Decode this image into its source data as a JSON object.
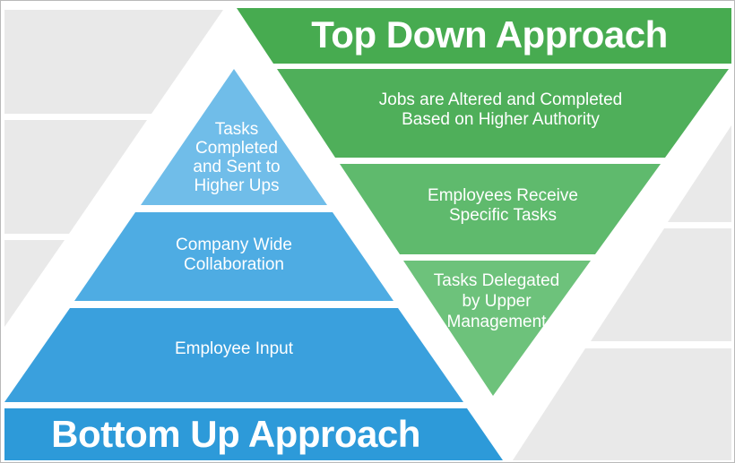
{
  "top_down": {
    "title": "Top Down Approach",
    "levels": [
      {
        "text": "Jobs are Altered and Completed\nBased on Higher Authority"
      },
      {
        "text": "Employees Receive\nSpecific Tasks"
      },
      {
        "text": "Tasks Delegated\nby Upper\nManagement"
      }
    ]
  },
  "bottom_up": {
    "title": "Bottom Up Approach",
    "levels": [
      {
        "text": "Tasks\nCompleted\nand Sent to\nHigher Ups"
      },
      {
        "text": "Company Wide\nCollaboration"
      },
      {
        "text": "Employee Input"
      }
    ]
  },
  "colors": {
    "background": "#ffffff",
    "gray_band": "#e9e9e9",
    "green_title_band": "#47ab50",
    "green_level_1": "#4faf5a",
    "green_level_2": "#5fba6d",
    "green_level_3": "#6dc27b",
    "blue_level_1": "#70bde9",
    "blue_level_2": "#4eace3",
    "blue_level_3": "#3aa0dd",
    "blue_title_band": "#2d9ad9",
    "text": "#ffffff"
  }
}
